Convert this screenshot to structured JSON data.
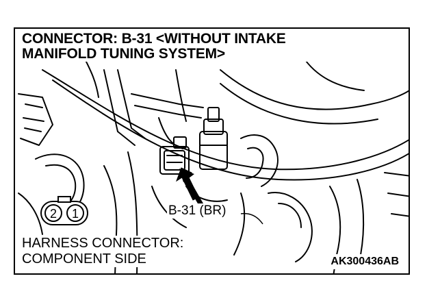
{
  "diagram": {
    "title_line1": "CONNECTOR: B-31 <WITHOUT INTAKE",
    "title_line2": "MANIFOLD TUNING SYSTEM>",
    "connector_label": "B-31 (BR)",
    "harness_line1": "HARNESS CONNECTOR:",
    "harness_line2": "COMPONENT SIDE",
    "pins": [
      "2",
      "1"
    ],
    "figure_code": "AK300436AB"
  }
}
